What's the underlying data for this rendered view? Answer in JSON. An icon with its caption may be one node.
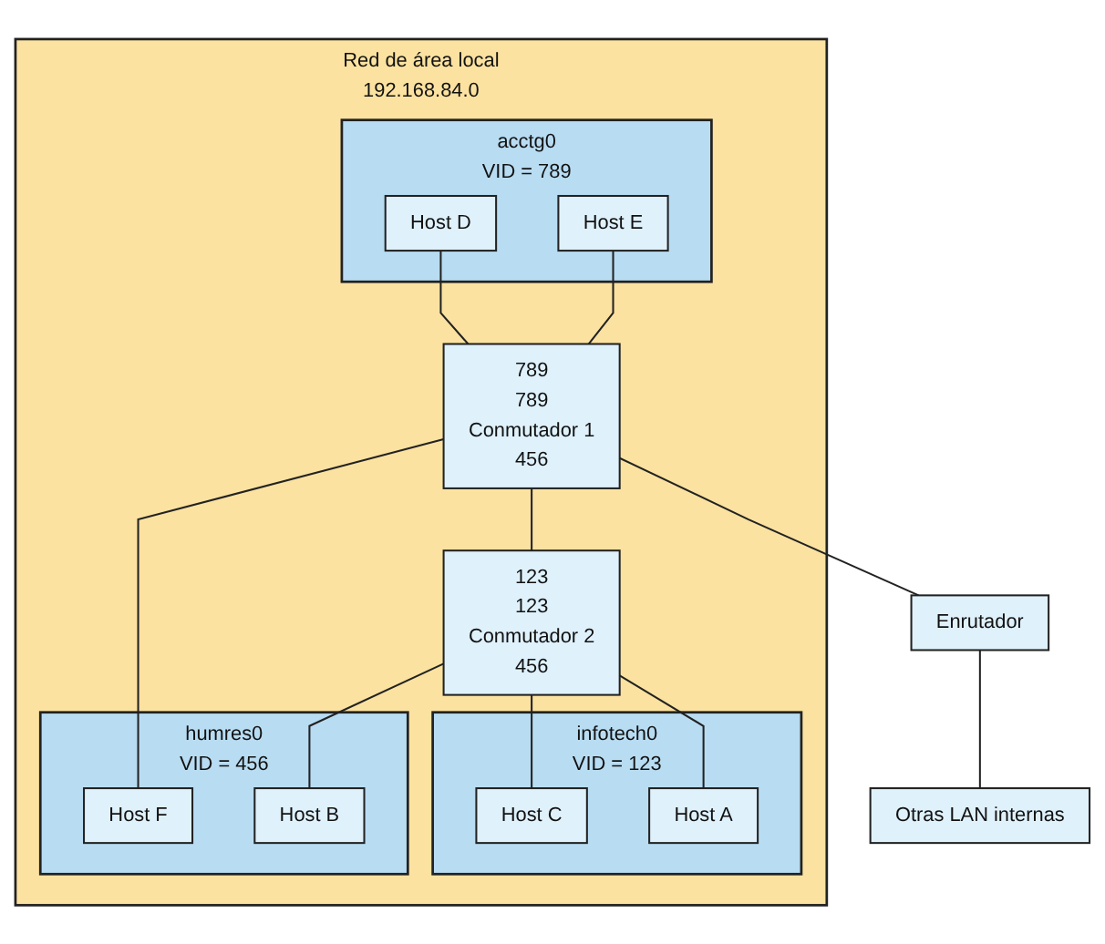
{
  "diagram": {
    "nodes": [
      {
        "text": [
          "Red de área local",
          "192.168.84.0"
        ]
      },
      {
        "text": [
          "acctg0",
          "VID = 789"
        ],
        "in": 0
      },
      {
        "text": [
          "Host D"
        ],
        "in": 1
      },
      {
        "text": [
          "Host E"
        ],
        "in": 1
      },
      {
        "text": [
          "infotech0",
          "VID = 123"
        ],
        "in": 0
      },
      {
        "text": [
          "Host C"
        ],
        "in": 4
      },
      {
        "text": [
          "Host A"
        ],
        "in": 4
      },
      {
        "text": [
          "789",
          "789",
          "Conmutador 1",
          "456"
        ],
        "in": 0
      },
      {
        "text": [
          "123",
          "123",
          "Conmutador 2",
          "456"
        ],
        "in": 0
      },
      {
        "text": [
          "humres0",
          "VID = 456"
        ],
        "in": 0
      },
      {
        "text": [
          "Host F"
        ],
        "in": 9
      },
      {
        "text": [
          "Host B"
        ],
        "in": 9
      },
      {
        "text": [
          "Enrutador"
        ]
      },
      {
        "text": [
          "Otras LAN internas"
        ]
      }
    ],
    "edges": [
      {
        "from": 2,
        "to": 7,
        "arrow": "none"
      },
      {
        "from": 3,
        "to": 7,
        "arrow": "none"
      },
      {
        "from": 7,
        "to": 8,
        "arrow": "none"
      },
      {
        "from": 8,
        "to": 5,
        "arrow": "none"
      },
      {
        "from": 8,
        "to": 6,
        "arrow": "none"
      },
      {
        "from": 7,
        "to": 10,
        "arrow": "none"
      },
      {
        "from": 8,
        "to": 11,
        "arrow": "none"
      },
      {
        "from": 7,
        "to": 12,
        "arrow": "none"
      },
      {
        "from": 12,
        "to": 13,
        "arrow": "none"
      }
    ]
  }
}
